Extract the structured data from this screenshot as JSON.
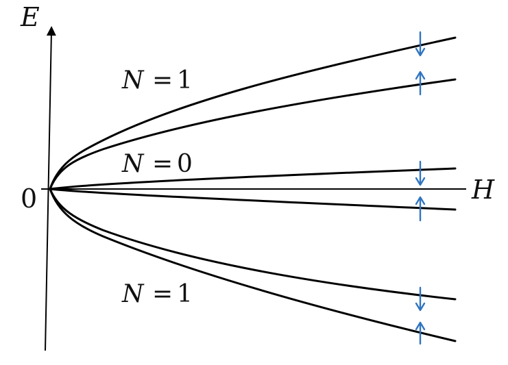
{
  "axes": {
    "y_label": "E",
    "x_label": "H",
    "origin_label": "0"
  },
  "levels": [
    {
      "label_N": "N",
      "label_eq": "=",
      "label_val": "1",
      "branch": "upper"
    },
    {
      "label_N": "N",
      "label_eq": "=",
      "label_val": "0",
      "branch": "middle"
    },
    {
      "label_N": "N",
      "label_eq": "=",
      "label_val": "1",
      "branch": "lower"
    }
  ],
  "spin_arrows": [
    {
      "direction": "down",
      "curve": "upper-top"
    },
    {
      "direction": "up",
      "curve": "upper-bottom"
    },
    {
      "direction": "down",
      "curve": "middle-top"
    },
    {
      "direction": "up",
      "curve": "middle-bottom"
    },
    {
      "direction": "down",
      "curve": "lower-top"
    },
    {
      "direction": "up",
      "curve": "lower-bottom"
    }
  ],
  "colors": {
    "curve": "#000000",
    "axis": "#000000",
    "arrow": "#2f74c0"
  }
}
